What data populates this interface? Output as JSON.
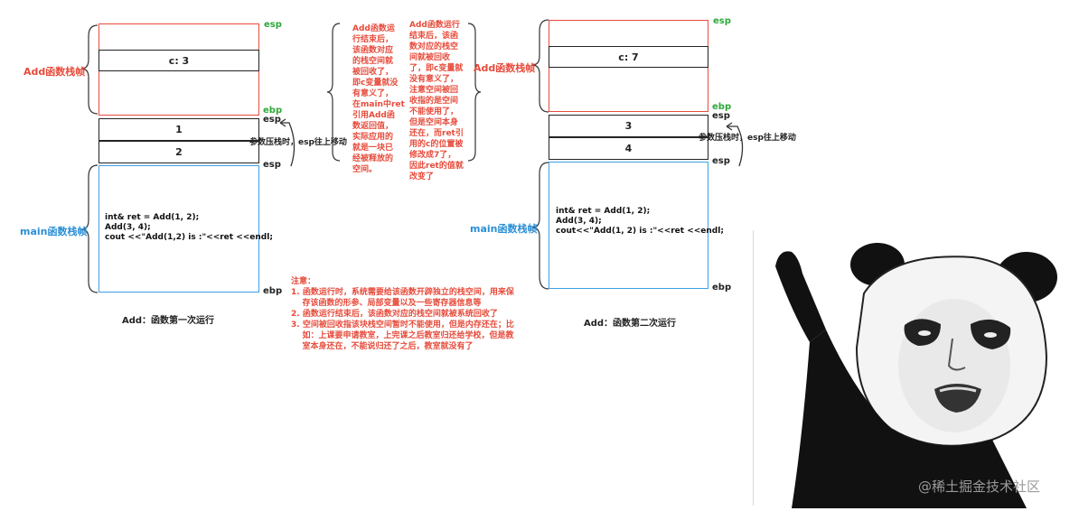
{
  "left": {
    "add_frame_label": "Add函数栈帧",
    "main_frame_label": "main函数栈帧",
    "c_slot": "c:  3",
    "param1": "1",
    "param2": "2",
    "esp_top": "esp",
    "ebp_add": "ebp",
    "esp_mid": "esp",
    "esp_after": "esp",
    "ebp_main": "ebp",
    "push_text": "参数压栈时，esp往上移动",
    "code": [
      "int& ret = Add(1, 2);",
      "Add(3, 4);",
      "cout <<\"Add(1,2) is :\"<<ret <<endl;"
    ],
    "caption": "Add：函数第一次运行"
  },
  "right": {
    "add_frame_label": "Add函数栈帧",
    "main_frame_label": "main函数栈帧",
    "c_slot": "c:  7",
    "param1": "3",
    "param2": "4",
    "esp_top": "esp",
    "ebp_add": "ebp",
    "esp_mid": "esp",
    "esp_after": "esp",
    "ebp_main": "ebp",
    "push_text": "参数压栈时，esp往上移动",
    "code": [
      "int& ret = Add(1, 2);",
      "Add(3, 4);",
      "cout<<\"Add(1, 2) is :\"<<ret <<endl;"
    ],
    "caption": "Add：函数第二次运行"
  },
  "annotation1": [
    "Add函数运",
    "行结束后，",
    "该函数对应",
    "的栈空间就",
    "被回收了，",
    "即c变量就没",
    "有意义了，",
    "在main中ret",
    "引用Add函",
    "数返回值，",
    "实际应用的",
    "就是一块已",
    "经被释放的",
    "空间。"
  ],
  "annotation2": [
    "Add函数运行",
    "结束后，该函",
    "数对应的栈空",
    "间就被回收",
    "了，即c变量就",
    "没有意义了，",
    "注意空间被回",
    "收指的是空间",
    "不能使用了，",
    "但是空间本身",
    "还在，而ret引",
    "用的c的位置被",
    "修改成7了，",
    "因此ret的值就",
    "改变了"
  ],
  "notes": [
    "注意：",
    "1. 函数运行时，系统需要给该函数开辟独立的栈空间，用来保",
    "    存该函数的形参、局部变量以及一些寄存器信息等",
    "2. 函数运行结束后，该函数对应的栈空间就被系统回收了",
    "3. 空间被回收指该块栈空间暂时不能使用，但是内存还在；比",
    "    如：上课要申请教室，上完课之后教室归还给学校，但是教",
    "    室本身还在，不能说归还了之后，教室就没有了"
  ],
  "watermark": "@稀土掘金技术社区",
  "colors": {
    "red": "#e74c3c",
    "blue": "#3fa0e6",
    "green": "#2fa83a"
  }
}
